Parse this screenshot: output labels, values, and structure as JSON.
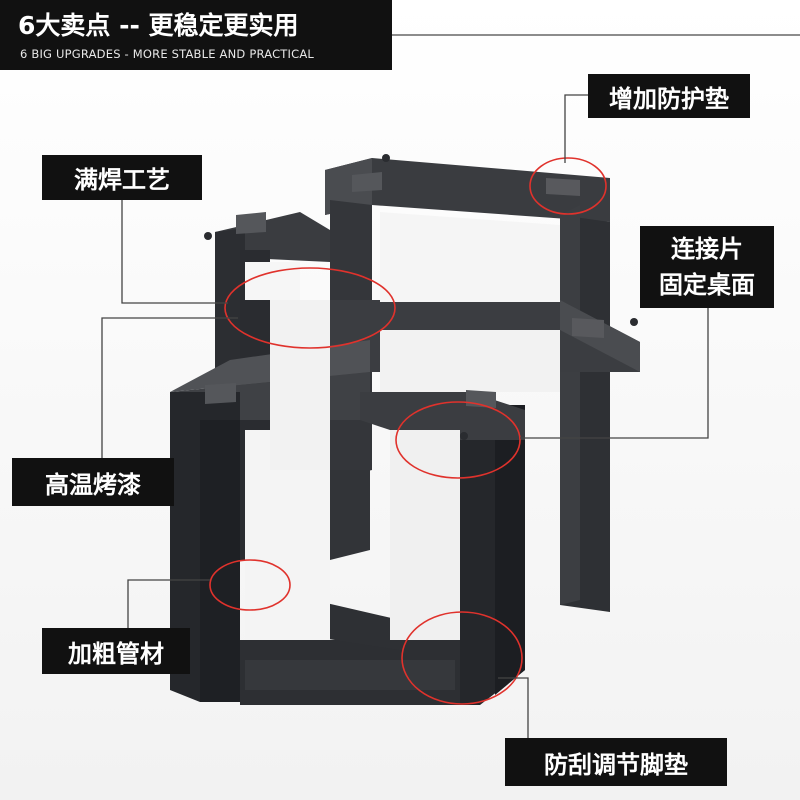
{
  "header": {
    "title": "6大卖点 -- 更稳定更实用",
    "subtitle": "6 BIG UPGRADES - MORE STABLE AND PRACTICAL"
  },
  "features": {
    "pad": "增加防护垫",
    "weld": "满焊工艺",
    "connector_line1": "连接片",
    "connector_line2": "固定桌面",
    "paint": "高温烤漆",
    "tube": "加粗管材",
    "foot": "防刮调节脚垫"
  },
  "colors": {
    "label_bg": "#111111",
    "callout_circle": "#e0322c",
    "leader_line": "#444444",
    "frame_metal": "#2a2c30"
  }
}
